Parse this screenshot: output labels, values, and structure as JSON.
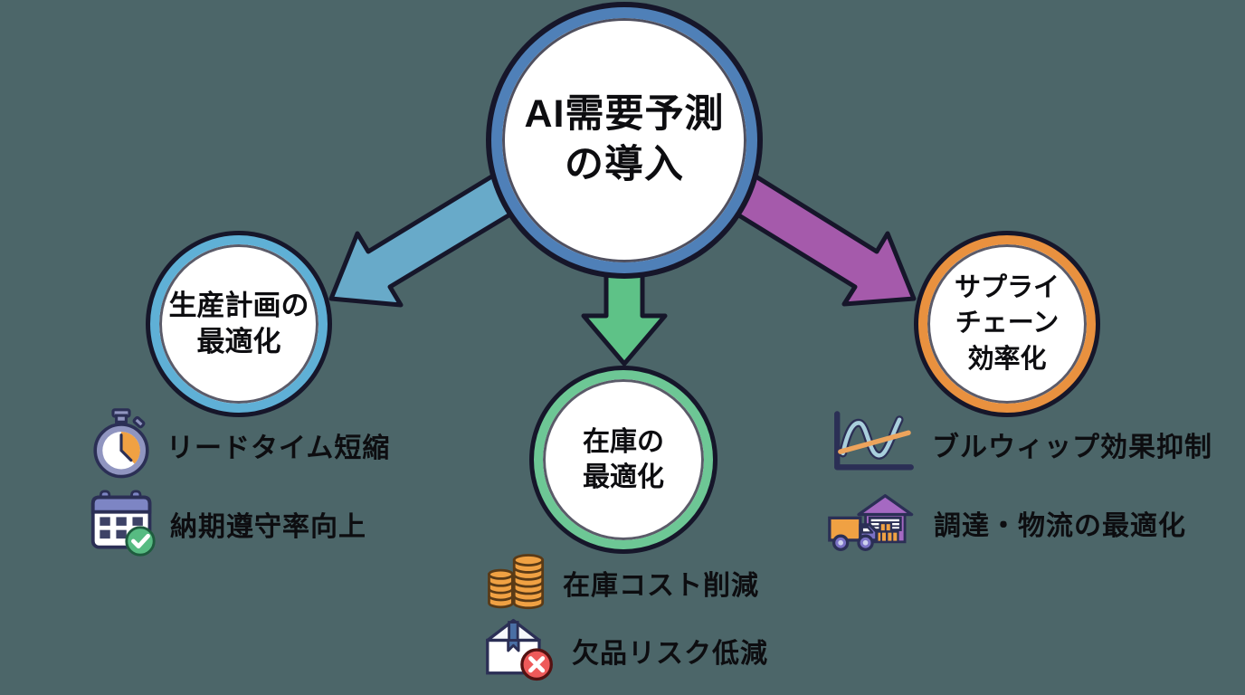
{
  "colors": {
    "bg": "#4c6669",
    "ink": "#16162a",
    "icon-ink": "#2b2f55",
    "text": "#0d0d10",
    "root-ring": "#4f80b8",
    "b1-ring": "#5fb0d6",
    "b2-ring": "#6dc795",
    "b3-ring": "#e9913f",
    "arrow1": "#68aac9",
    "arrow2": "#5ec287",
    "arrow3": "#a55aab",
    "orange": "#f0a143",
    "coin-edge": "#5a3a16",
    "lavender": "#9095c0",
    "periwinkle": "#7d85c4",
    "green-ok": "#57bb82",
    "red-err": "#ee5a5a",
    "tape-blue": "#4a6fa5",
    "wave-blue": "#a9cfdd",
    "trend-orange": "#eda45c",
    "purple-wh": "#a569c2",
    "cab-purple": "#7b72c6"
  },
  "root": {
    "title_line1": "AI需要予測",
    "title_line2": "の導入"
  },
  "branches": [
    {
      "name": "生産計画の最適化",
      "label_lines": [
        "生産計画の",
        "最適化"
      ],
      "items": [
        {
          "icon": "stopwatch-icon",
          "label": "リードタイム短縮"
        },
        {
          "icon": "calendar-check-icon",
          "label": "納期遵守率向上"
        }
      ]
    },
    {
      "name": "在庫の最適化",
      "label_lines": [
        "在庫の",
        "最適化"
      ],
      "items": [
        {
          "icon": "coin-stack-icon",
          "label": "在庫コスト削減"
        },
        {
          "icon": "box-stockout-icon",
          "label": "欠品リスク低減"
        }
      ]
    },
    {
      "name": "サプライチェーン効率化",
      "label_lines": [
        "サプライ",
        "チェーン",
        "効率化"
      ],
      "items": [
        {
          "icon": "demand-wave-chart-icon",
          "label": "ブルウィップ効果抑制"
        },
        {
          "icon": "truck-warehouse-icon",
          "label": "調達・物流の最適化"
        }
      ]
    }
  ]
}
